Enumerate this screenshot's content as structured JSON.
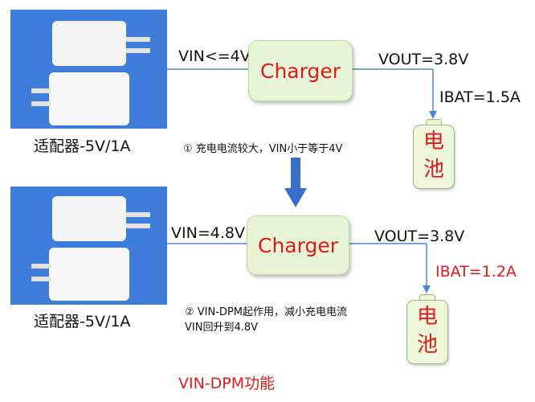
{
  "stages": [
    {
      "adapter_label": "适配器-5V/1A",
      "vin_label": "VIN<=4V",
      "charger_label": "Charger",
      "vout_label": "VOUT=3.8V",
      "ibat_label": "IBAT=1.5A",
      "battery_char_top": "电",
      "battery_char_bottom": "池",
      "note_line1": "① 充电电流较大，VIN小于等于4V"
    },
    {
      "adapter_label": "适配器-5V/1A",
      "vin_label": "VIN=4.8V",
      "charger_label": "Charger",
      "vout_label": "VOUT=3.8V",
      "ibat_label": "IBAT=1.2A",
      "battery_char_top": "电",
      "battery_char_bottom": "池",
      "note_line1": "② VIN-DPM起作用，减小充电电流",
      "note_line2": "VIN回升到4.8V"
    }
  ],
  "title": "VIN-DPM功能",
  "colors": {
    "accent_red": "#e01b1b",
    "charger_fill": "#e8f5d6",
    "wire_blue": "#4a86d8",
    "photo_bg": "#3f7ddb",
    "arrow_blue": "#3a6fc9"
  }
}
